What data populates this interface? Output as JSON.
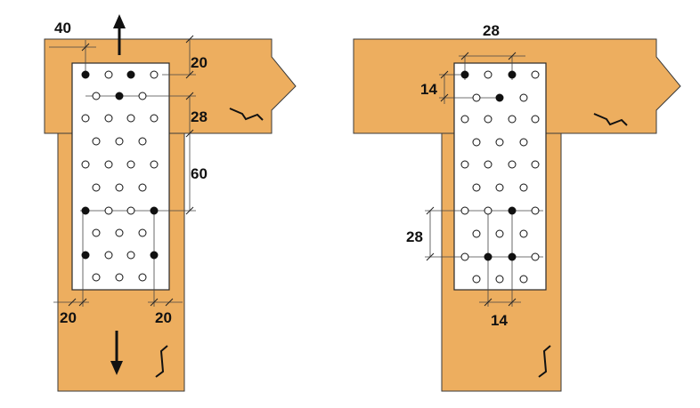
{
  "figures": [
    {
      "id": "left",
      "dimensions": {
        "top_edge_horizontal": "40",
        "top_edge_vertical": "20",
        "row_spacing_upper": "28",
        "row_spacing_lower": "60",
        "bottom_left_edge": "20",
        "bottom_right_edge": "20"
      },
      "force_arrows": [
        "up-arrow-icon",
        "down-arrow-icon"
      ],
      "load_symbols": [
        "horizontal-shear-icon",
        "vertical-shear-icon"
      ]
    },
    {
      "id": "right",
      "dimensions": {
        "top_spacing_horizontal": "28",
        "top_spacing_vertical": "14",
        "lower_spacing_vertical": "28",
        "bottom_spacing_horizontal": "14"
      },
      "load_symbols": [
        "horizontal-shear-icon",
        "vertical-shear-icon"
      ]
    }
  ],
  "colors": {
    "wood": "#EDAE5F",
    "plate": "#FFFFFF",
    "outline": "#2A2A2A",
    "nail": "#111111"
  }
}
